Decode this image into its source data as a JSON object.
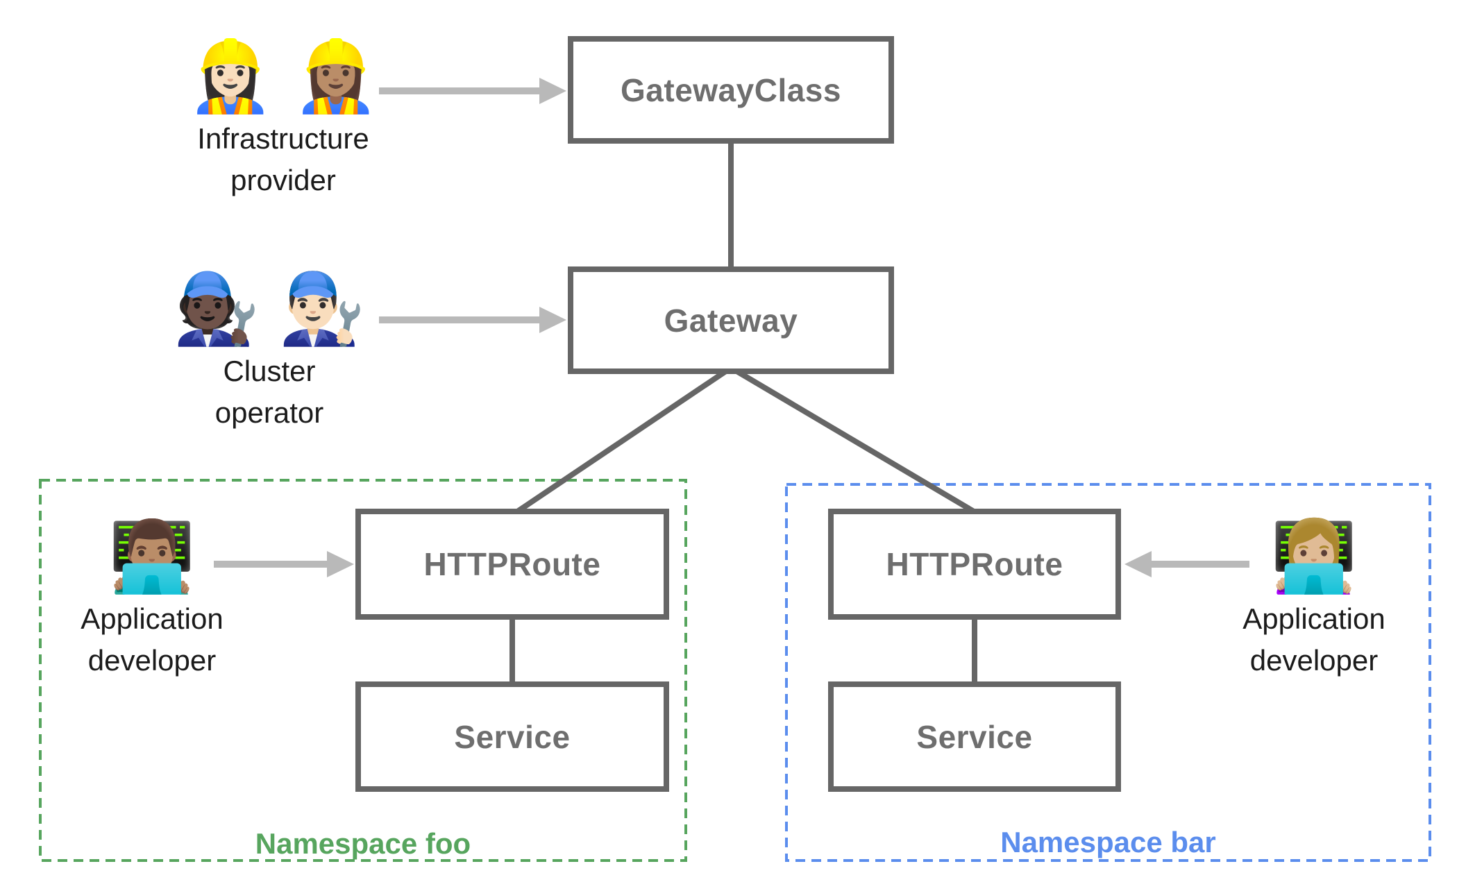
{
  "diagram": {
    "nodes": {
      "gatewayclass": "GatewayClass",
      "gateway": "Gateway",
      "httproute_foo": "HTTPRoute",
      "service_foo": "Service",
      "httproute_bar": "HTTPRoute",
      "service_bar": "Service"
    },
    "namespaces": {
      "foo": {
        "label": "Namespace foo",
        "color": "#57a55e"
      },
      "bar": {
        "label": "Namespace bar",
        "color": "#5b8ded"
      }
    },
    "personas": {
      "infrastructure_provider": {
        "emoji": "👷🏻‍♀️ 👷🏽‍♀️",
        "line1": "Infrastructure",
        "line2": "provider"
      },
      "cluster_operator": {
        "emoji": "🧑🏿‍🔧 👨🏻‍🔧",
        "line1": "Cluster",
        "line2": "operator"
      },
      "application_developer_foo": {
        "emoji": "👨🏽‍💻",
        "line1": "Application",
        "line2": "developer"
      },
      "application_developer_bar": {
        "emoji": "👩🏼‍💻",
        "line1": "Application",
        "line2": "developer"
      }
    },
    "colors": {
      "node_border": "#666666",
      "node_text": "#6e6e6e",
      "connector": "#666666",
      "arrow": "#b9b9b9",
      "persona_text": "#1b1b1b",
      "namespace_foo": "#57a55e",
      "namespace_bar": "#5b8ded",
      "background": "#ffffff"
    }
  }
}
